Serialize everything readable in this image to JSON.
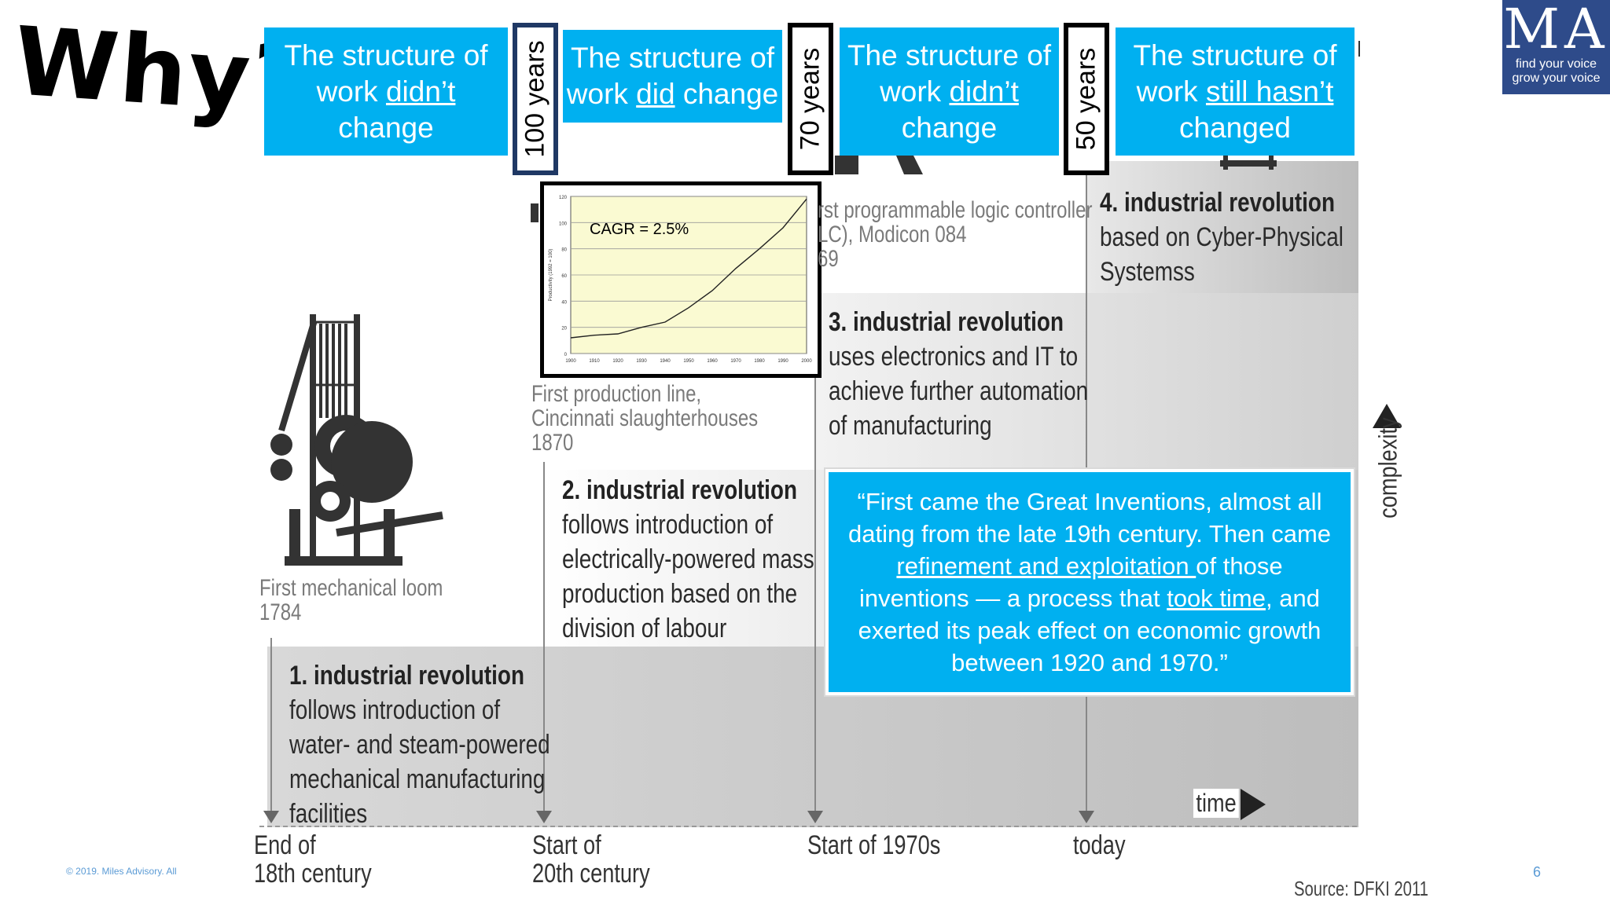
{
  "title": "Why?",
  "headers": [
    {
      "pre": "The structure of",
      "mid_pre": "work ",
      "emph": "didn’t",
      "mid_post": "",
      "post": "change"
    },
    {
      "pre": "The structure of",
      "mid_pre": "work ",
      "emph": "did",
      "mid_post": " change",
      "post": ""
    },
    {
      "pre": "The structure of",
      "mid_pre": "work ",
      "emph": "didn’t",
      "mid_post": "",
      "post": "change"
    },
    {
      "pre": "The structure of",
      "mid_pre": "work ",
      "emph": "still hasn’t",
      "mid_post": "",
      "post": "changed"
    }
  ],
  "intervals": [
    "100 years",
    "70 years",
    "50 years"
  ],
  "chart_data": {
    "type": "line",
    "annotation": "CAGR = 2.5%",
    "ylabel": "Productivity (1992 = 100)",
    "x": [
      1900,
      1910,
      1920,
      1930,
      1940,
      1950,
      1960,
      1970,
      1980,
      1990,
      2000
    ],
    "values": [
      12,
      14,
      15,
      20,
      24,
      35,
      48,
      65,
      80,
      96,
      118
    ],
    "xlim": [
      1900,
      2000
    ],
    "ylim": [
      0,
      120
    ],
    "yticks": [
      0,
      20,
      40,
      60,
      80,
      100,
      120
    ],
    "grid": true
  },
  "captions": {
    "loom": [
      "First mechanical loom",
      "1784"
    ],
    "production_line": [
      "First production line,",
      "Cincinnati slaughterhouses",
      "1870"
    ],
    "plc": [
      "rst programmable logic controller",
      "LC), Modicon 084",
      "69"
    ]
  },
  "revolutions": [
    {
      "title": "1. industrial revolution",
      "lines": [
        "follows introduction of",
        "water- and steam-powered",
        "mechanical manufacturing",
        "facilities"
      ]
    },
    {
      "title": "2. industrial revolution",
      "lines": [
        "follows introduction of",
        "electrically-powered mass",
        "production based on the",
        "division of labour"
      ]
    },
    {
      "title": "3. industrial revolution",
      "lines": [
        "uses electronics and IT to",
        "achieve further automation",
        "of manufacturing"
      ]
    },
    {
      "title": "4. industrial revolution",
      "lines": [
        "based on Cyber-Physical",
        "Systemss"
      ]
    }
  ],
  "quote": {
    "l1": "“First came the Great Inventions, almost all",
    "l2": "dating from the late 19th century. Then came",
    "l3_u": "refinement and exploitation ",
    "l3": "of those",
    "l4a": "inventions — a process that ",
    "l4_u": "took time",
    "l4b": ", and",
    "l5": "exerted its peak effect on economic growth",
    "l6": "between 1920 and 1970.”"
  },
  "axis": {
    "complexity": "complexity",
    "time": "time",
    "ticks": [
      [
        "End of",
        "18th century"
      ],
      [
        "Start of",
        "20th century"
      ],
      [
        "Start of 1970s"
      ],
      [
        "today"
      ]
    ]
  },
  "logo": {
    "mark": "MA",
    "line1": "find your voice",
    "line2": "grow your voice"
  },
  "footer": {
    "copyright": "© 2019. Miles Advisory. All",
    "page": "6",
    "source": "Source: DFKI 2011"
  },
  "colors": {
    "accent": "#00b0f0",
    "logo_bg": "#2e4b8a",
    "chart_bg": "#fafad2"
  }
}
